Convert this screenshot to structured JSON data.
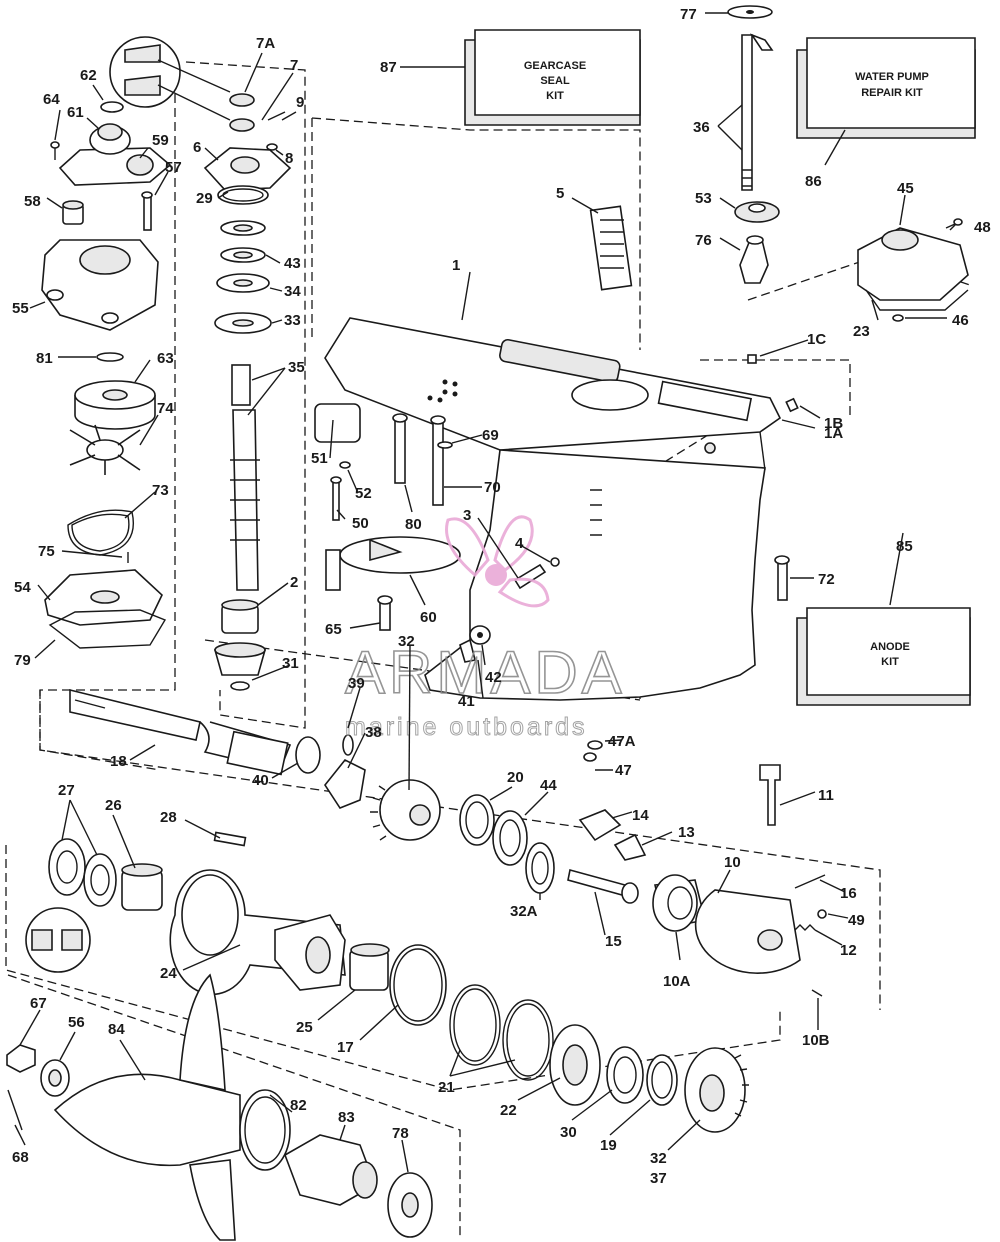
{
  "labels": {
    "l1": "1",
    "l1A": "1A",
    "l1B": "1B",
    "l1C": "1C",
    "l2": "2",
    "l3": "3",
    "l4": "4",
    "l5": "5",
    "l6": "6",
    "l7": "7",
    "l7A": "7A",
    "l8": "8",
    "l9": "9",
    "l10": "10",
    "l10A": "10A",
    "l10B": "10B",
    "l11": "11",
    "l12": "12",
    "l13": "13",
    "l14": "14",
    "l15": "15",
    "l16": "16",
    "l17": "17",
    "l18": "18",
    "l19": "19",
    "l20": "20",
    "l21": "21",
    "l22": "22",
    "l23": "23",
    "l24": "24",
    "l25": "25",
    "l26": "26",
    "l27": "27",
    "l28": "28",
    "l29": "29",
    "l30": "30",
    "l31": "31",
    "l32a": "32",
    "l32b": "32",
    "l32A": "32A",
    "l33": "33",
    "l34": "34",
    "l35": "35",
    "l36": "36",
    "l37": "37",
    "l38": "38",
    "l39": "39",
    "l40": "40",
    "l41": "41",
    "l42": "42",
    "l43": "43",
    "l44": "44",
    "l45": "45",
    "l46": "46",
    "l47": "47",
    "l47A": "47A",
    "l48": "48",
    "l49": "49",
    "l50": "50",
    "l51": "51",
    "l52": "52",
    "l53": "53",
    "l54": "54",
    "l55": "55",
    "l56": "56",
    "l57": "57",
    "l58": "58",
    "l59": "59",
    "l60": "60",
    "l61": "61",
    "l62": "62",
    "l63": "63",
    "l64": "64",
    "l65": "65",
    "l67": "67",
    "l68": "68",
    "l69": "69",
    "l70": "70",
    "l72": "72",
    "l73": "73",
    "l74": "74",
    "l75": "75",
    "l76": "76",
    "l77": "77",
    "l78": "78",
    "l79": "79",
    "l80": "80",
    "l81": "81",
    "l82": "82",
    "l83": "83",
    "l84": "84",
    "l85": "85",
    "l86": "86",
    "l87": "87"
  },
  "kits": {
    "gearcase_seal": [
      "GEARCASE",
      "SEAL",
      "KIT"
    ],
    "water_pump": [
      "WATER PUMP",
      "REPAIR KIT"
    ],
    "anode": [
      "ANODE",
      "KIT"
    ]
  },
  "watermark": {
    "brand": "ARMADA",
    "tagline": "marine outboards",
    "color": "#e9a9d6"
  }
}
